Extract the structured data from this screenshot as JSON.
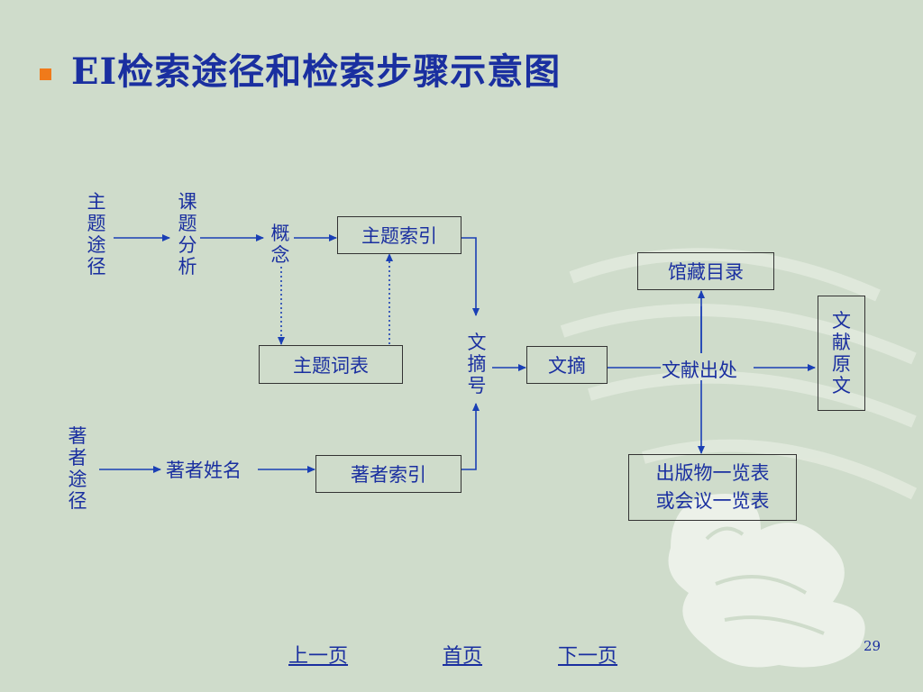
{
  "slide": {
    "title": "EI检索途径和检索步骤示意图",
    "page_number": "29"
  },
  "diagram": {
    "subject_route": "主题途径",
    "topic_analysis": "课题分析",
    "concept": "概念",
    "subject_index": "主题索引",
    "subject_thesaurus": "主题词表",
    "abstract_number": "文摘号",
    "abstract": "文摘",
    "holdings_catalog": "馆藏目录",
    "source_location": "文献出处",
    "original_document": "文献原文",
    "publication_list_line1": "出版物一览表",
    "publication_list_line2": "或会议一览表",
    "author_route": "著者途径",
    "author_name": "著者姓名",
    "author_index": "著者索引"
  },
  "nav": {
    "prev": "上一页",
    "home": "首页",
    "next": "下一页"
  },
  "colors": {
    "background": "#cfdccb",
    "text": "#1a2fa0",
    "arrow": "#1a3fb5",
    "bullet": "#f07a1a"
  }
}
